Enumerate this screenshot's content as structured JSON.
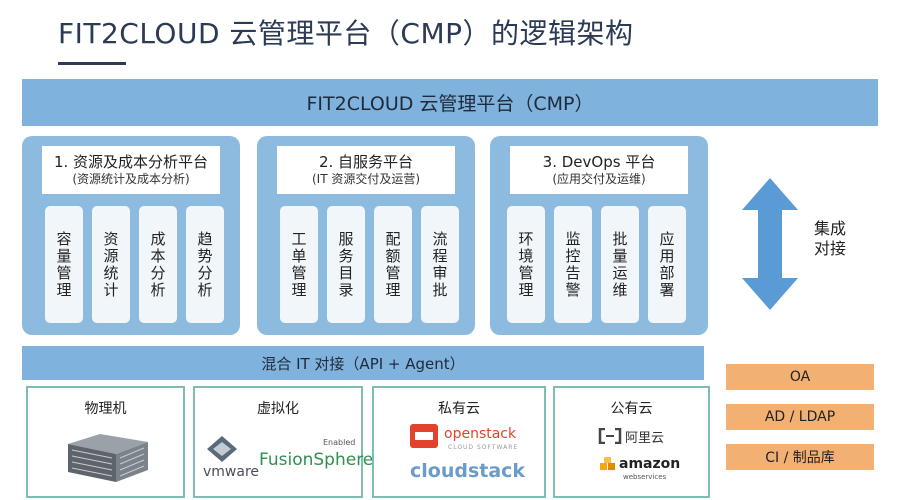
{
  "page_title": "FIT2CLOUD 云管理平台（CMP）的逻辑架构",
  "platform_band": "FIT2CLOUD 云管理平台（CMP）",
  "panels": [
    {
      "title": "1. 资源及成本分析平台",
      "subtitle": "(资源统计及成本分析)",
      "modules": [
        "容量管理",
        "资源统计",
        "成本分析",
        "趋势分析"
      ]
    },
    {
      "title": "2. 自服务平台",
      "subtitle": "(IT 资源交付及运营)",
      "modules": [
        "工单管理",
        "服务目录",
        "配额管理",
        "流程审批"
      ]
    },
    {
      "title": "3. DevOps 平台",
      "subtitle": "(应用交付及运维)",
      "modules": [
        "环境管理",
        "监控告警",
        "批量运维",
        "应用部署"
      ]
    }
  ],
  "integration": {
    "arrow_label_line1": "集成",
    "arrow_label_line2": "对接"
  },
  "hybrid_band": "混合 IT 对接（API + Agent）",
  "resources": [
    {
      "title": "物理机"
    },
    {
      "title": "虚拟化",
      "logos": [
        "vmware",
        "FusionSphere",
        "Enabled"
      ]
    },
    {
      "title": "私有云",
      "logos": [
        "openstack",
        "CLOUD SOFTWARE",
        "cloudstack"
      ]
    },
    {
      "title": "公有云",
      "logos": [
        "阿里云",
        "amazon",
        "webservices"
      ]
    }
  ],
  "side_items": [
    "OA",
    "AD / LDAP",
    "CI / 制品库"
  ],
  "colors": {
    "band": "#7fb2dc",
    "panel": "#8dbbe0",
    "module": "#f1f6fb",
    "side": "#f2b173",
    "resource_border": "#7dbdb3",
    "arrow": "#5b9bd5",
    "title": "#2b3a55"
  }
}
